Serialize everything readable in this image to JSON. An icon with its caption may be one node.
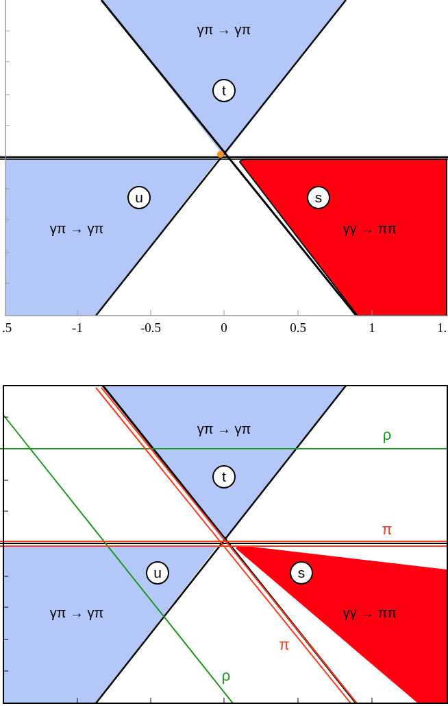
{
  "diagram": {
    "nodes": [
      {
        "text": [
          "t"
        ],
        "beside": [
          "γπ → γπ"
        ]
      },
      {
        "text": [
          "u"
        ],
        "beside": [
          "γπ → γπ"
        ]
      },
      {
        "text": [
          "s"
        ],
        "beside": [
          "γγ → ππ"
        ]
      },
      {
        "text": [
          "t"
        ],
        "beside": [
          "γπ → γπ"
        ]
      },
      {
        "text": [
          "u"
        ],
        "beside": [
          "γπ → γπ"
        ]
      },
      {
        "text": [
          "s"
        ],
        "beside": [
          "γγ → ππ"
        ]
      }
    ],
    "labels": [
      ".5",
      "-1",
      "-0.5",
      "0",
      "0.5",
      "1",
      "1.",
      "ρ",
      "π",
      "π",
      "ρ"
    ]
  }
}
